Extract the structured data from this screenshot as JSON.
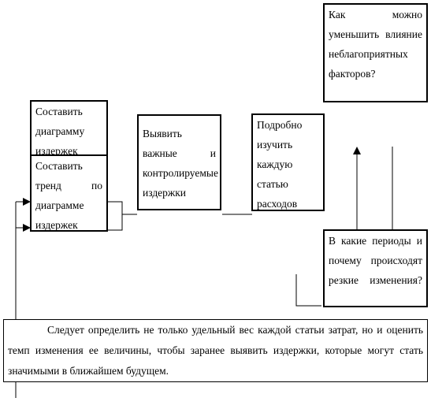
{
  "boxes": {
    "diagram": "Составить диаграмму издержек",
    "trend": "Составить тренд по диаграмме издержек",
    "identify": "Выявить важные и контролируемые издержки",
    "study": "Подробно изучить каждую статью расходов",
    "reduce": "Как можно уменьшить влияние неблагоприятных факторов?",
    "periods": "В какие периоды и почему происходят резкие изменения?"
  },
  "note": "Следует определить не только удельный вес каждой статьи затрат, но и оценить темп изменения ее величины, чтобы заранее выявить издержки, которые могут стать значимыми в ближайшем будущем.",
  "colors": {
    "line": "#000000",
    "background": "#ffffff"
  }
}
